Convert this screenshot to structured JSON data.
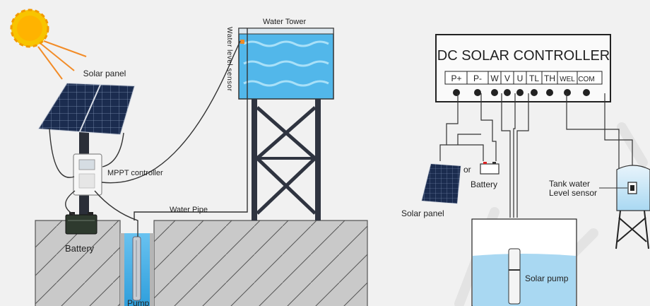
{
  "left_diagram": {
    "solar_panel_label": "Solar panel",
    "controller_label": "MPPT controller",
    "battery_label": "Battery",
    "pump_label": "Pump",
    "water_pipe_label": "Water Pipe",
    "water_tower_label": "Water Tower",
    "sensor_label": "Water level sensor"
  },
  "right_diagram": {
    "controller_title": "DC SOLAR CONTROLLER",
    "terminals": [
      "P+",
      "P-",
      "W",
      "V",
      "U",
      "TL",
      "TH",
      "WEL",
      "COM"
    ],
    "or_label": "or",
    "battery_label": "Battery",
    "solar_panel_label": "Solar panel",
    "tank_label_line1": "Tank water",
    "tank_label_line2": "Level sensor",
    "pump_label": "Solar pump"
  },
  "colors": {
    "background": "#f1f1f1",
    "ground": "#c9c9c9",
    "water": "#7ec9ef",
    "sun": "#f7b000",
    "sun_rays": "#f28c28",
    "panel": "#15233f"
  }
}
